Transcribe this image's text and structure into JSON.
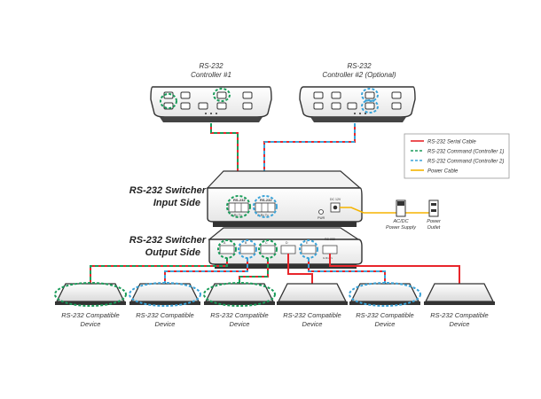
{
  "controllers": [
    {
      "line1": "RS-232",
      "line2": "Controller #1"
    },
    {
      "line1": "RS-232",
      "line2": "Controller #2 (Optional)"
    }
  ],
  "switcher": {
    "input_side": [
      "RS-232 Switcher",
      "Input Side"
    ],
    "output_side": [
      "RS-232 Switcher",
      "Output Side"
    ],
    "input_port_label": "RS-232",
    "input_pin_label": "G Rx Tx",
    "pwr_label": "PWR",
    "dc_label": "DC 12V",
    "output_port_labels": [
      "A",
      "B",
      "C",
      "D",
      "E"
    ],
    "output_rs232_label": "RS-232",
    "output_pin_label": "G Rx Tx"
  },
  "legend": [
    {
      "label": "RS-232 Serial Cable",
      "color": "#e8262b",
      "style": "solid"
    },
    {
      "label": "RS-232 Command (Controller 1)",
      "color": "#1a9c5a",
      "style": "dashed"
    },
    {
      "label": "RS-232 Command (Controller 2)",
      "color": "#3aa3d8",
      "style": "dashed"
    },
    {
      "label": "Power Cable",
      "color": "#f5b400",
      "style": "solid"
    }
  ],
  "power": {
    "supply": [
      "AC/DC",
      "Power Supply"
    ],
    "outlet": [
      "Power",
      "Outlet"
    ]
  },
  "devices": [
    {
      "line1": "RS-232 Compatible",
      "line2": "Device",
      "highlight": "green"
    },
    {
      "line1": "RS-232 Compatible",
      "line2": "Device",
      "highlight": "blue"
    },
    {
      "line1": "RS-232 Compatible",
      "line2": "Device",
      "highlight": "green"
    },
    {
      "line1": "RS-232 Compatible",
      "line2": "Device",
      "highlight": "none"
    },
    {
      "line1": "RS-232 Compatible",
      "line2": "Device",
      "highlight": "blue"
    },
    {
      "line1": "RS-232 Compatible",
      "line2": "Device",
      "highlight": "none"
    }
  ]
}
